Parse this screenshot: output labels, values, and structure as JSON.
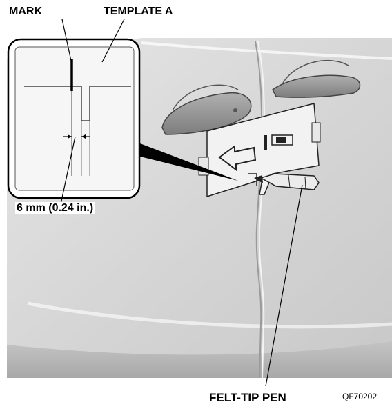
{
  "labels": {
    "mark": "MARK",
    "template": "TEMPLATE A",
    "dimension": "6 mm (0.24 in.)",
    "pen": "FELT-TIP PEN",
    "figure_code": "QF70202"
  },
  "colors": {
    "body_panel": "#dcdcdc",
    "line": "#000000",
    "template_fill": "#f2f2f2",
    "callout_background": "#ffffff"
  }
}
